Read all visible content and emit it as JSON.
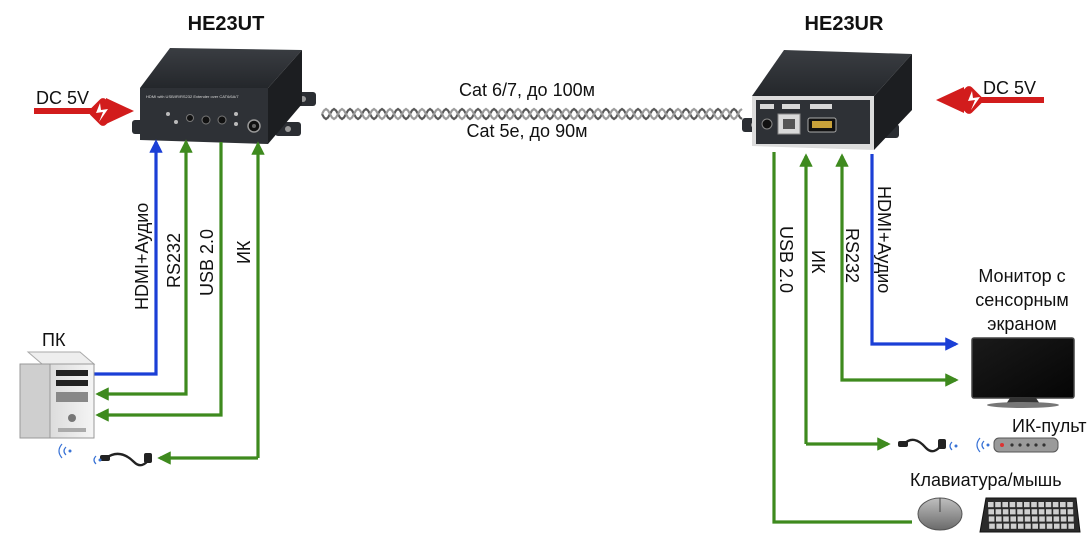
{
  "devices": {
    "transmitter": {
      "name": "HE23UT",
      "panel_text": "HDMI with USB/IR/RS232 Extender over CAT6/6A/7"
    },
    "receiver": {
      "name": "HE23UR"
    }
  },
  "power": {
    "left_label": "DC 5V",
    "right_label": "DC 5V"
  },
  "cable": {
    "top_label": "Cat 6/7, до 100м",
    "bottom_label": "Cat 5e, до 90м"
  },
  "left_links": {
    "hdmi_audio": "HDMI+Аудио",
    "rs232": "RS232",
    "usb": "USB 2.0",
    "ir": "ИК"
  },
  "right_links": {
    "usb": "USB 2.0",
    "ir": "ИК",
    "rs232": "RS232",
    "hdmi_audio": "HDMI+Аудио"
  },
  "endpoints": {
    "pc": "ПК",
    "monitor_line1": "Монитор с",
    "monitor_line2": "сенсорным",
    "monitor_line3": "экраном",
    "remote": "ИК-пульт",
    "keyboard_mouse": "Клавиатура/мышь"
  },
  "colors": {
    "hdmi": "#1b3fd6",
    "data": "#3e8a1e",
    "power": "#d21c1c",
    "device_body": "#2b2e33"
  }
}
